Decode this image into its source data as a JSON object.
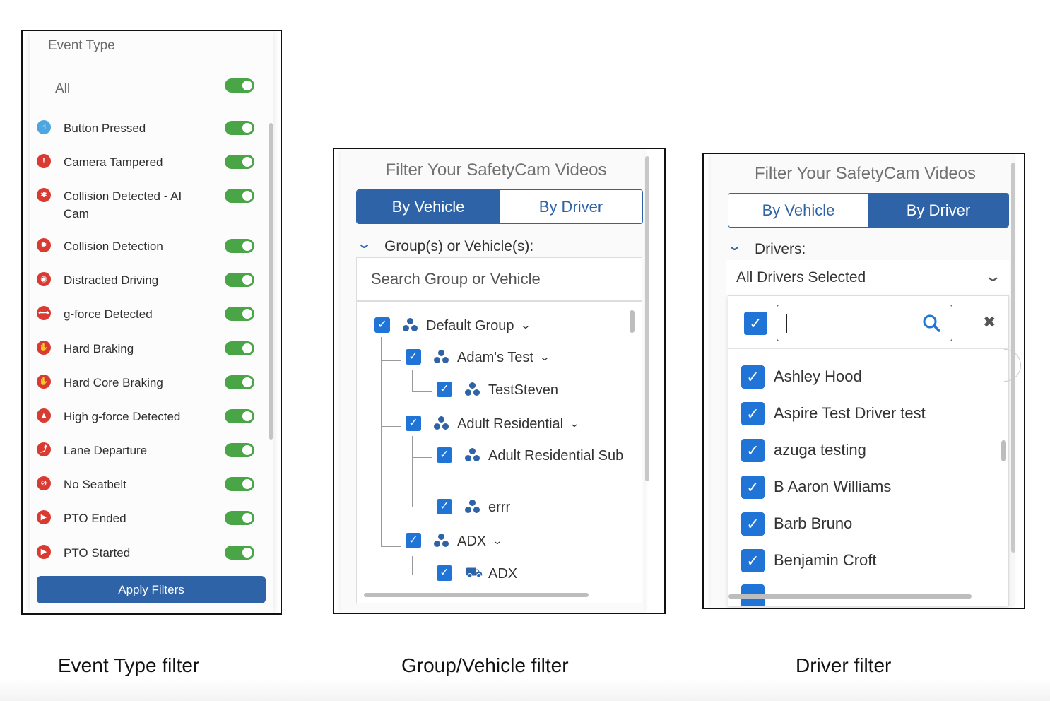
{
  "event_panel": {
    "title": "Event Type",
    "all_label": "All",
    "all_enabled": true,
    "events": [
      {
        "label": "Button Pressed",
        "icon": "hand-pointer-icon",
        "glyph": "☝",
        "color": "#4da6e0",
        "enabled": true
      },
      {
        "label": "Camera Tampered",
        "icon": "exclamation-icon",
        "glyph": "!",
        "color": "#d93b33",
        "enabled": true
      },
      {
        "label": "Collision Detected - AI Cam",
        "icon": "car-crash-icon",
        "glyph": "✱",
        "color": "#d93b33",
        "enabled": true
      },
      {
        "label": "Collision Detection",
        "icon": "collision-icon",
        "glyph": "✹",
        "color": "#d93b33",
        "enabled": true
      },
      {
        "label": "Distracted Driving",
        "icon": "eye-slash-icon",
        "glyph": "◉",
        "color": "#d93b33",
        "enabled": true
      },
      {
        "label": "g-force Detected",
        "icon": "gforce-icon",
        "glyph": "⟷",
        "color": "#d93b33",
        "enabled": true
      },
      {
        "label": "Hard Braking",
        "icon": "hand-stop-icon",
        "glyph": "✋",
        "color": "#d93b33",
        "enabled": true
      },
      {
        "label": "Hard Core Braking",
        "icon": "hand-stop-circle-icon",
        "glyph": "✋",
        "color": "#d93b33",
        "enabled": true
      },
      {
        "label": "High g-force Detected",
        "icon": "high-gforce-icon",
        "glyph": "▲",
        "color": "#d93b33",
        "enabled": true
      },
      {
        "label": "Lane Departure",
        "icon": "lane-departure-icon",
        "glyph": "⤴",
        "color": "#d93b33",
        "enabled": true
      },
      {
        "label": "No Seatbelt",
        "icon": "seatbelt-icon",
        "glyph": "⊘",
        "color": "#d93b33",
        "enabled": true
      },
      {
        "label": "PTO Ended",
        "icon": "play-icon",
        "glyph": "▶",
        "color": "#d93b33",
        "enabled": true
      },
      {
        "label": "PTO Started",
        "icon": "play-icon",
        "glyph": "▶",
        "color": "#d93b33",
        "enabled": true
      }
    ],
    "apply_label": "Apply Filters",
    "toggle_color": "#4aa547",
    "button_color": "#2e63a8"
  },
  "vehicle_panel": {
    "title": "Filter Your SafetyCam Videos",
    "tabs": [
      {
        "label": "By Vehicle",
        "active": true
      },
      {
        "label": "By Driver",
        "active": false
      }
    ],
    "section_label": "Group(s) or Vehicle(s):",
    "search_placeholder": "Search Group or Vehicle",
    "tree": [
      {
        "label": "Default Group",
        "type": "group",
        "checked": true,
        "expandable": true
      },
      {
        "label": "Adam's Test",
        "type": "group",
        "checked": true,
        "expandable": true
      },
      {
        "label": "TestSteven",
        "type": "group",
        "checked": true,
        "expandable": false
      },
      {
        "label": "Adult Residential",
        "type": "group",
        "checked": true,
        "expandable": true
      },
      {
        "label": "Adult Residential Sub",
        "type": "group",
        "checked": true,
        "expandable": false
      },
      {
        "label": "errr",
        "type": "group",
        "checked": true,
        "expandable": false
      },
      {
        "label": "ADX",
        "type": "group",
        "checked": true,
        "expandable": true
      },
      {
        "label": "ADX",
        "type": "vehicle",
        "checked": true,
        "expandable": false
      }
    ],
    "accent_color": "#2e63a8",
    "checkbox_color": "#1f74d6"
  },
  "driver_panel": {
    "title": "Filter Your SafetyCam Videos",
    "tabs": [
      {
        "label": "By Vehicle",
        "active": false
      },
      {
        "label": "By Driver",
        "active": true
      }
    ],
    "section_label": "Drivers:",
    "selected_value": "All Drivers Selected",
    "search_value": "",
    "select_all_checked": true,
    "drivers": [
      {
        "label": "Ashley Hood",
        "checked": true
      },
      {
        "label": "Aspire Test Driver test",
        "checked": true
      },
      {
        "label": "azuga testing",
        "checked": true
      },
      {
        "label": "B Aaron Williams",
        "checked": true
      },
      {
        "label": "Barb Bruno",
        "checked": true
      },
      {
        "label": "Benjamin Croft",
        "checked": true
      }
    ]
  },
  "captions": {
    "event": "Event Type filter",
    "vehicle": "Group/Vehicle filter",
    "driver": "Driver filter"
  }
}
